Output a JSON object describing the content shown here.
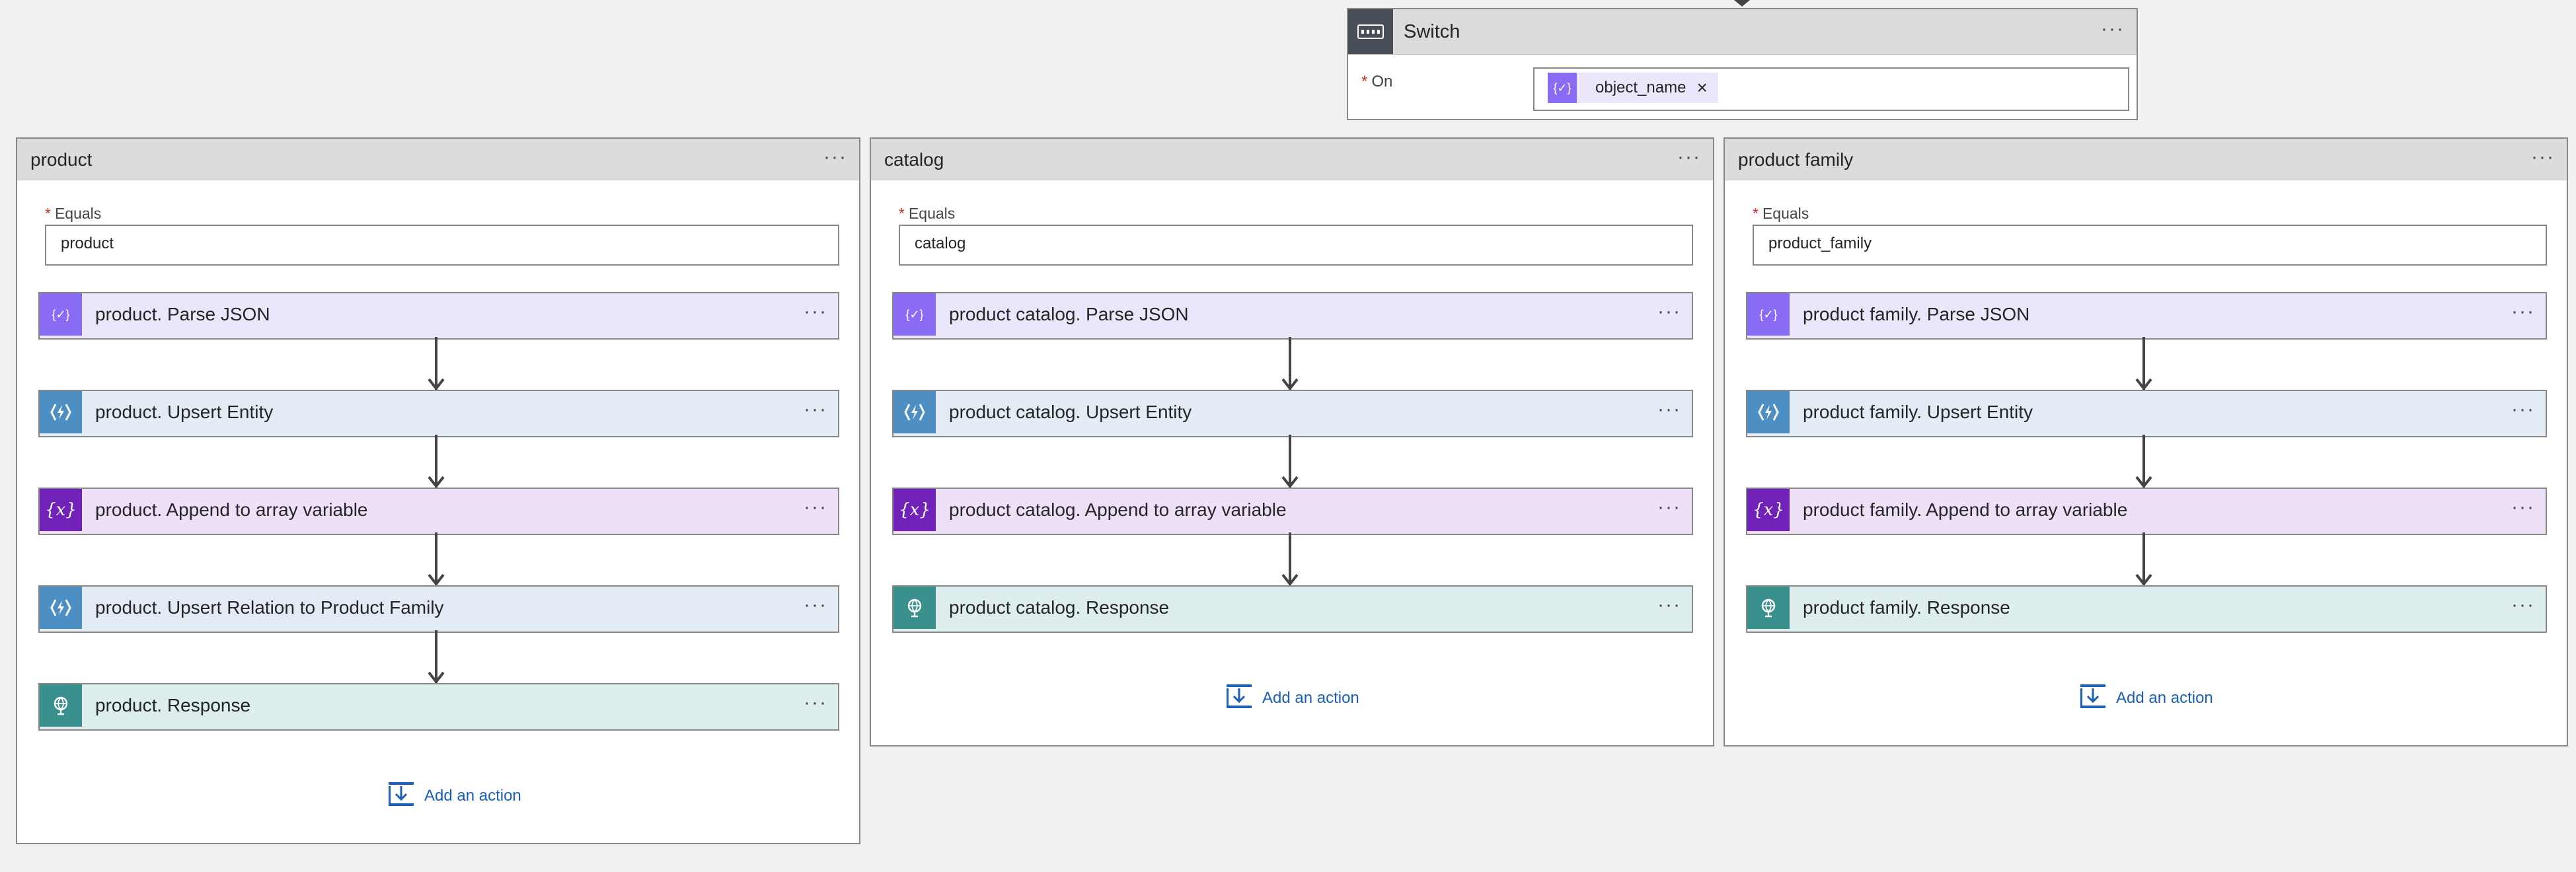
{
  "switch": {
    "title": "Switch",
    "menu": "···",
    "on_label": "On",
    "required_mark": "*",
    "token_icon": "{✓}",
    "on_value": "object_name",
    "remove": "×"
  },
  "cases": [
    {
      "title": "product",
      "menu": "···",
      "equals_label": "Equals",
      "equals_value": "product",
      "actions": [
        {
          "label": "product. Parse JSON",
          "type": "parse-json"
        },
        {
          "label": "product. Upsert Entity",
          "type": "dataverse"
        },
        {
          "label": "product. Append to array variable",
          "type": "variable"
        },
        {
          "label": "product. Upsert Relation to Product Family",
          "type": "dataverse"
        },
        {
          "label": "product. Response",
          "type": "response"
        }
      ],
      "add_action": "Add an action"
    },
    {
      "title": "catalog",
      "menu": "···",
      "equals_label": "Equals",
      "equals_value": "catalog",
      "actions": [
        {
          "label": "product catalog. Parse JSON",
          "type": "parse-json"
        },
        {
          "label": "product catalog. Upsert Entity",
          "type": "dataverse"
        },
        {
          "label": "product catalog. Append to array variable",
          "type": "variable"
        },
        {
          "label": "product catalog. Response",
          "type": "response"
        }
      ],
      "add_action": "Add an action"
    },
    {
      "title": "product family",
      "menu": "···",
      "equals_label": "Equals",
      "equals_value": "product_family",
      "actions": [
        {
          "label": "product family. Parse JSON",
          "type": "parse-json"
        },
        {
          "label": "product family. Upsert Entity",
          "type": "dataverse"
        },
        {
          "label": "product family. Append to array variable",
          "type": "variable"
        },
        {
          "label": "product family. Response",
          "type": "response"
        }
      ],
      "add_action": "Add an action"
    }
  ],
  "icons": {
    "parse-json": "{✓}",
    "variable": "{x}",
    "menu": "···"
  },
  "colors": {
    "parse_json": "#8a6cf4",
    "dataverse": "#4d8ec3",
    "variable": "#7022b8",
    "response": "#39908c",
    "link": "#1b5fb8",
    "switch_icon": "#484f58"
  }
}
